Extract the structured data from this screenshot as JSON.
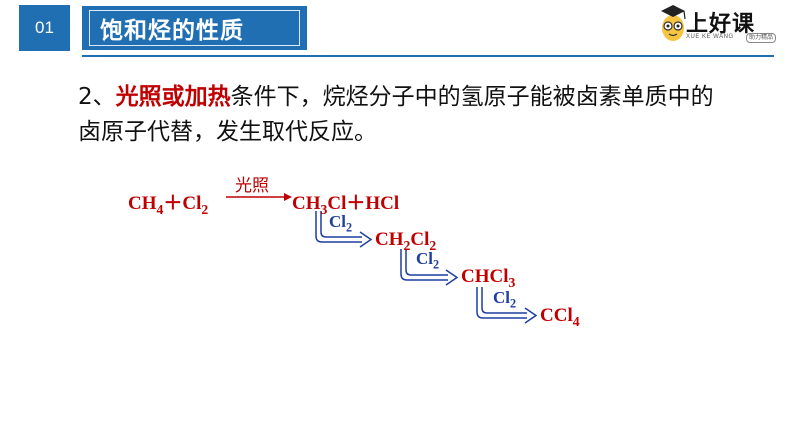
{
  "header": {
    "section_number": "01",
    "title": "饱和烃的性质"
  },
  "logo": {
    "name": "上好课",
    "sub": "XUE KE WANG",
    "tag": "助力精品"
  },
  "paragraph": {
    "prefix": "2、",
    "highlight": "光照或加热",
    "rest": "条件下，烷烃分子中的氢原子能被卤素单质中的卤原子代替，发生取代反应。"
  },
  "reactions": {
    "step1": {
      "ch4": "CH",
      "ch4_sub": "4",
      "plus": "＋",
      "cl": "Cl",
      "cl_sub": "2",
      "condition": "光照",
      "ch3": "CH",
      "ch3_sub": "3",
      "ch3_rest": "Cl＋HCl"
    },
    "step2": {
      "reagent": "Cl",
      "reagent_sub": "2",
      "product_a": "CH",
      "product_a_sub": "2",
      "product_b": "Cl",
      "product_b_sub": "2"
    },
    "step3": {
      "reagent": "Cl",
      "reagent_sub": "2",
      "product_a": "CHCl",
      "product_a_sub": "3"
    },
    "step4": {
      "reagent": "Cl",
      "reagent_sub": "2",
      "product_a": "CCl",
      "product_a_sub": "4"
    }
  },
  "colors": {
    "primary": "#1f6fb2",
    "highlight": "#c00000",
    "arrow_blue": "#1f3fa0"
  }
}
